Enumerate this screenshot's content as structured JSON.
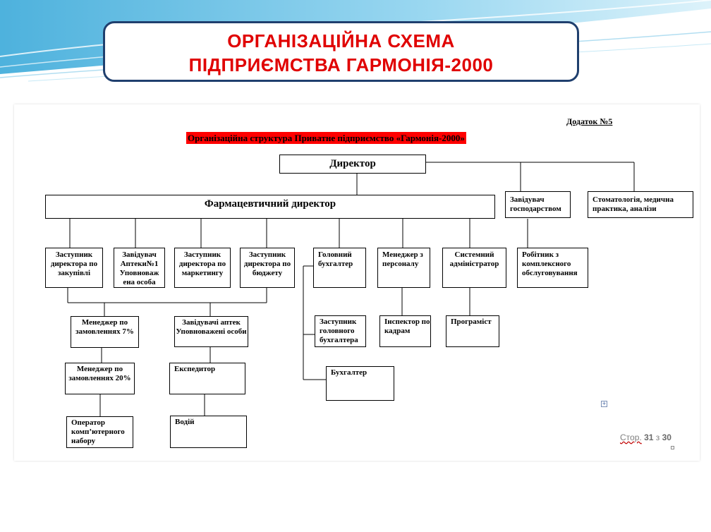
{
  "slide": {
    "title_line1": "ОРГАНІЗАЦІЙНА СХЕМА",
    "title_line2": "ПІДПРИЄМСТВА ГАРМОНІЯ-2000"
  },
  "document": {
    "addendum": "Додаток №5",
    "caption": "Організаційна структура Приватне підприємство «Гармонія-2000»",
    "page_word": "Стор.",
    "page_current": "31",
    "page_sep": "з",
    "page_total": "30"
  },
  "nodes": {
    "director": "Директор",
    "pharm_director": "Фармацевтичний директор",
    "household_head": "Завідувач господарством",
    "dentistry": "Стоматологія, медична практика, аналізи",
    "deputy_procurement": "Заступник директора по закупівлі",
    "pharmacy1_head": "Завідувач Аптеки№1 Уповноваж ена особа",
    "deputy_marketing": "Заступник директора по маркетингу",
    "deputy_budget": "Заступник директора по бюджету",
    "chief_accountant": "Головний бухгалтер",
    "hr_manager": "Менеджер з персоналу",
    "sysadmin": "Системний адміністратор",
    "maintenance_worker": "Робітник з комплексного обслуговування",
    "order_manager_7": "Менеджер по замовленнях 7%",
    "pharmacy_heads": "Завідувачі аптек Уповноважені особи",
    "deputy_chief_accountant": "Заступник головного бухгалтера",
    "hr_inspector": "Інспектор по кадрам",
    "programmer": "Програміст",
    "order_manager_20": "Менеджер по замовленнях 20%",
    "forwarder": "Експедитор",
    "accountant": "Бухгалтер",
    "pc_operator": "Оператор комп’ютерного набору",
    "driver": "Водій"
  },
  "colors": {
    "title_text": "#e00000",
    "title_border": "#1f3f6e",
    "caption_highlight": "#ff0000",
    "swoosh": "#5fb7df"
  }
}
